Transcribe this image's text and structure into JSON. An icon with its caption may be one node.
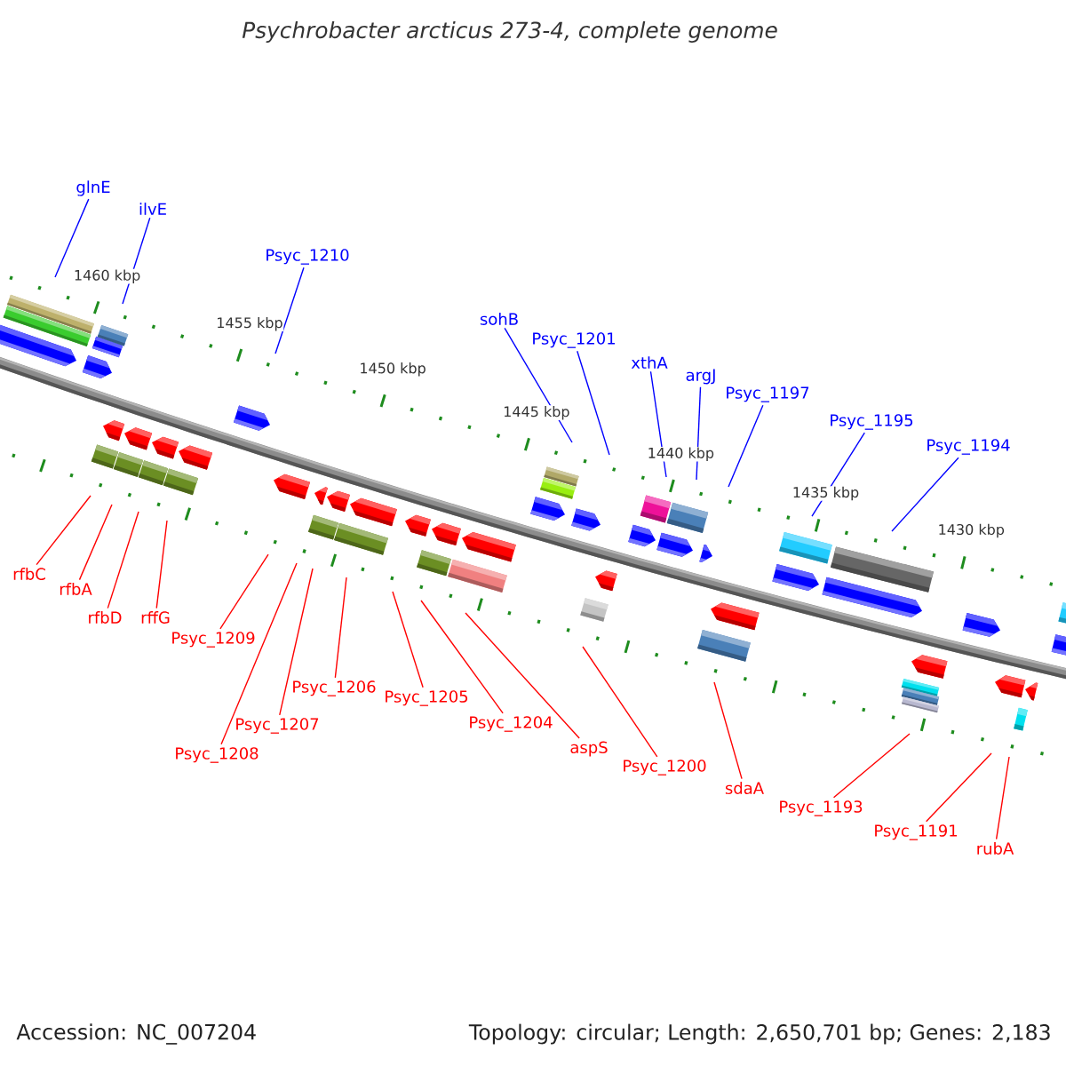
{
  "diagram": {
    "title": "Psychrobacter arcticus 273-4, complete genome",
    "nodes": [
      {
        "text": [
          "glnE"
        ]
      },
      {
        "text": [
          "ilvE"
        ]
      },
      {
        "text": [
          "Psyc_1210"
        ]
      },
      {
        "text": [
          "sohB"
        ]
      },
      {
        "text": [
          "Psyc_1201"
        ]
      },
      {
        "text": [
          "xthA"
        ]
      },
      {
        "text": [
          "argJ"
        ]
      },
      {
        "text": [
          "Psyc_1197"
        ]
      },
      {
        "text": [
          "Psyc_1195"
        ]
      },
      {
        "text": [
          "Psyc_1194"
        ]
      },
      {
        "text": [
          "rfbC"
        ]
      },
      {
        "text": [
          "rfbA"
        ]
      },
      {
        "text": [
          "rfbD"
        ]
      },
      {
        "text": [
          "rffG"
        ]
      },
      {
        "text": [
          "Psyc_1209"
        ]
      },
      {
        "text": [
          "Psyc_1208"
        ]
      },
      {
        "text": [
          "Psyc_1207"
        ]
      },
      {
        "text": [
          "Psyc_1206"
        ]
      },
      {
        "text": [
          "Psyc_1205"
        ]
      },
      {
        "text": [
          "Psyc_1204"
        ]
      },
      {
        "text": [
          "aspS"
        ]
      },
      {
        "text": [
          "Psyc_1200"
        ]
      },
      {
        "text": [
          "sdaA"
        ]
      },
      {
        "text": [
          "Psyc_1193"
        ]
      },
      {
        "text": [
          "Psyc_1191"
        ]
      },
      {
        "text": [
          "rubA"
        ]
      }
    ],
    "edges": [
      {
        "from": 0,
        "to": null,
        "arrow": "none",
        "color": "#0000ff"
      },
      {
        "from": 1,
        "to": null,
        "arrow": "none",
        "color": "#0000ff"
      },
      {
        "from": 2,
        "to": null,
        "arrow": "none",
        "color": "#0000ff"
      },
      {
        "from": 3,
        "to": null,
        "arrow": "none",
        "color": "#0000ff"
      },
      {
        "from": 4,
        "to": null,
        "arrow": "none",
        "color": "#0000ff"
      },
      {
        "from": 5,
        "to": null,
        "arrow": "none",
        "color": "#0000ff"
      },
      {
        "from": 6,
        "to": null,
        "arrow": "none",
        "color": "#0000ff"
      },
      {
        "from": 7,
        "to": null,
        "arrow": "none",
        "color": "#0000ff"
      },
      {
        "from": 8,
        "to": null,
        "arrow": "none",
        "color": "#0000ff"
      },
      {
        "from": 9,
        "to": null,
        "arrow": "none",
        "color": "#0000ff"
      },
      {
        "from": 10,
        "to": null,
        "arrow": "none"
      },
      {
        "from": 11,
        "to": null,
        "arrow": "none"
      },
      {
        "from": 12,
        "to": null,
        "arrow": "none"
      },
      {
        "from": 13,
        "to": null,
        "arrow": "none"
      },
      {
        "from": 14,
        "to": null,
        "arrow": "none"
      },
      {
        "from": 15,
        "to": null,
        "arrow": "none"
      },
      {
        "from": 16,
        "to": null,
        "arrow": "none"
      },
      {
        "from": 17,
        "to": null,
        "arrow": "none"
      },
      {
        "from": 18,
        "to": null,
        "arrow": "none"
      },
      {
        "from": 19,
        "to": null,
        "arrow": "none"
      },
      {
        "from": 20,
        "to": null,
        "arrow": "none"
      },
      {
        "from": 21,
        "to": null,
        "arrow": "none"
      },
      {
        "from": 22,
        "to": null,
        "arrow": "none"
      },
      {
        "from": 23,
        "to": null,
        "arrow": "none"
      },
      {
        "from": 24,
        "to": null,
        "arrow": "none"
      },
      {
        "from": 25,
        "to": null,
        "arrow": "none"
      }
    ],
    "labels": [
      "1460 kbp",
      "1455 kbp",
      "1450 kbp",
      "1445 kbp",
      "1440 kbp",
      "1435 kbp",
      "1430 kbp",
      "Accession: NC_007204",
      "Topology: circular; Length: 2,650,701 bp; Genes: 2,183"
    ]
  }
}
